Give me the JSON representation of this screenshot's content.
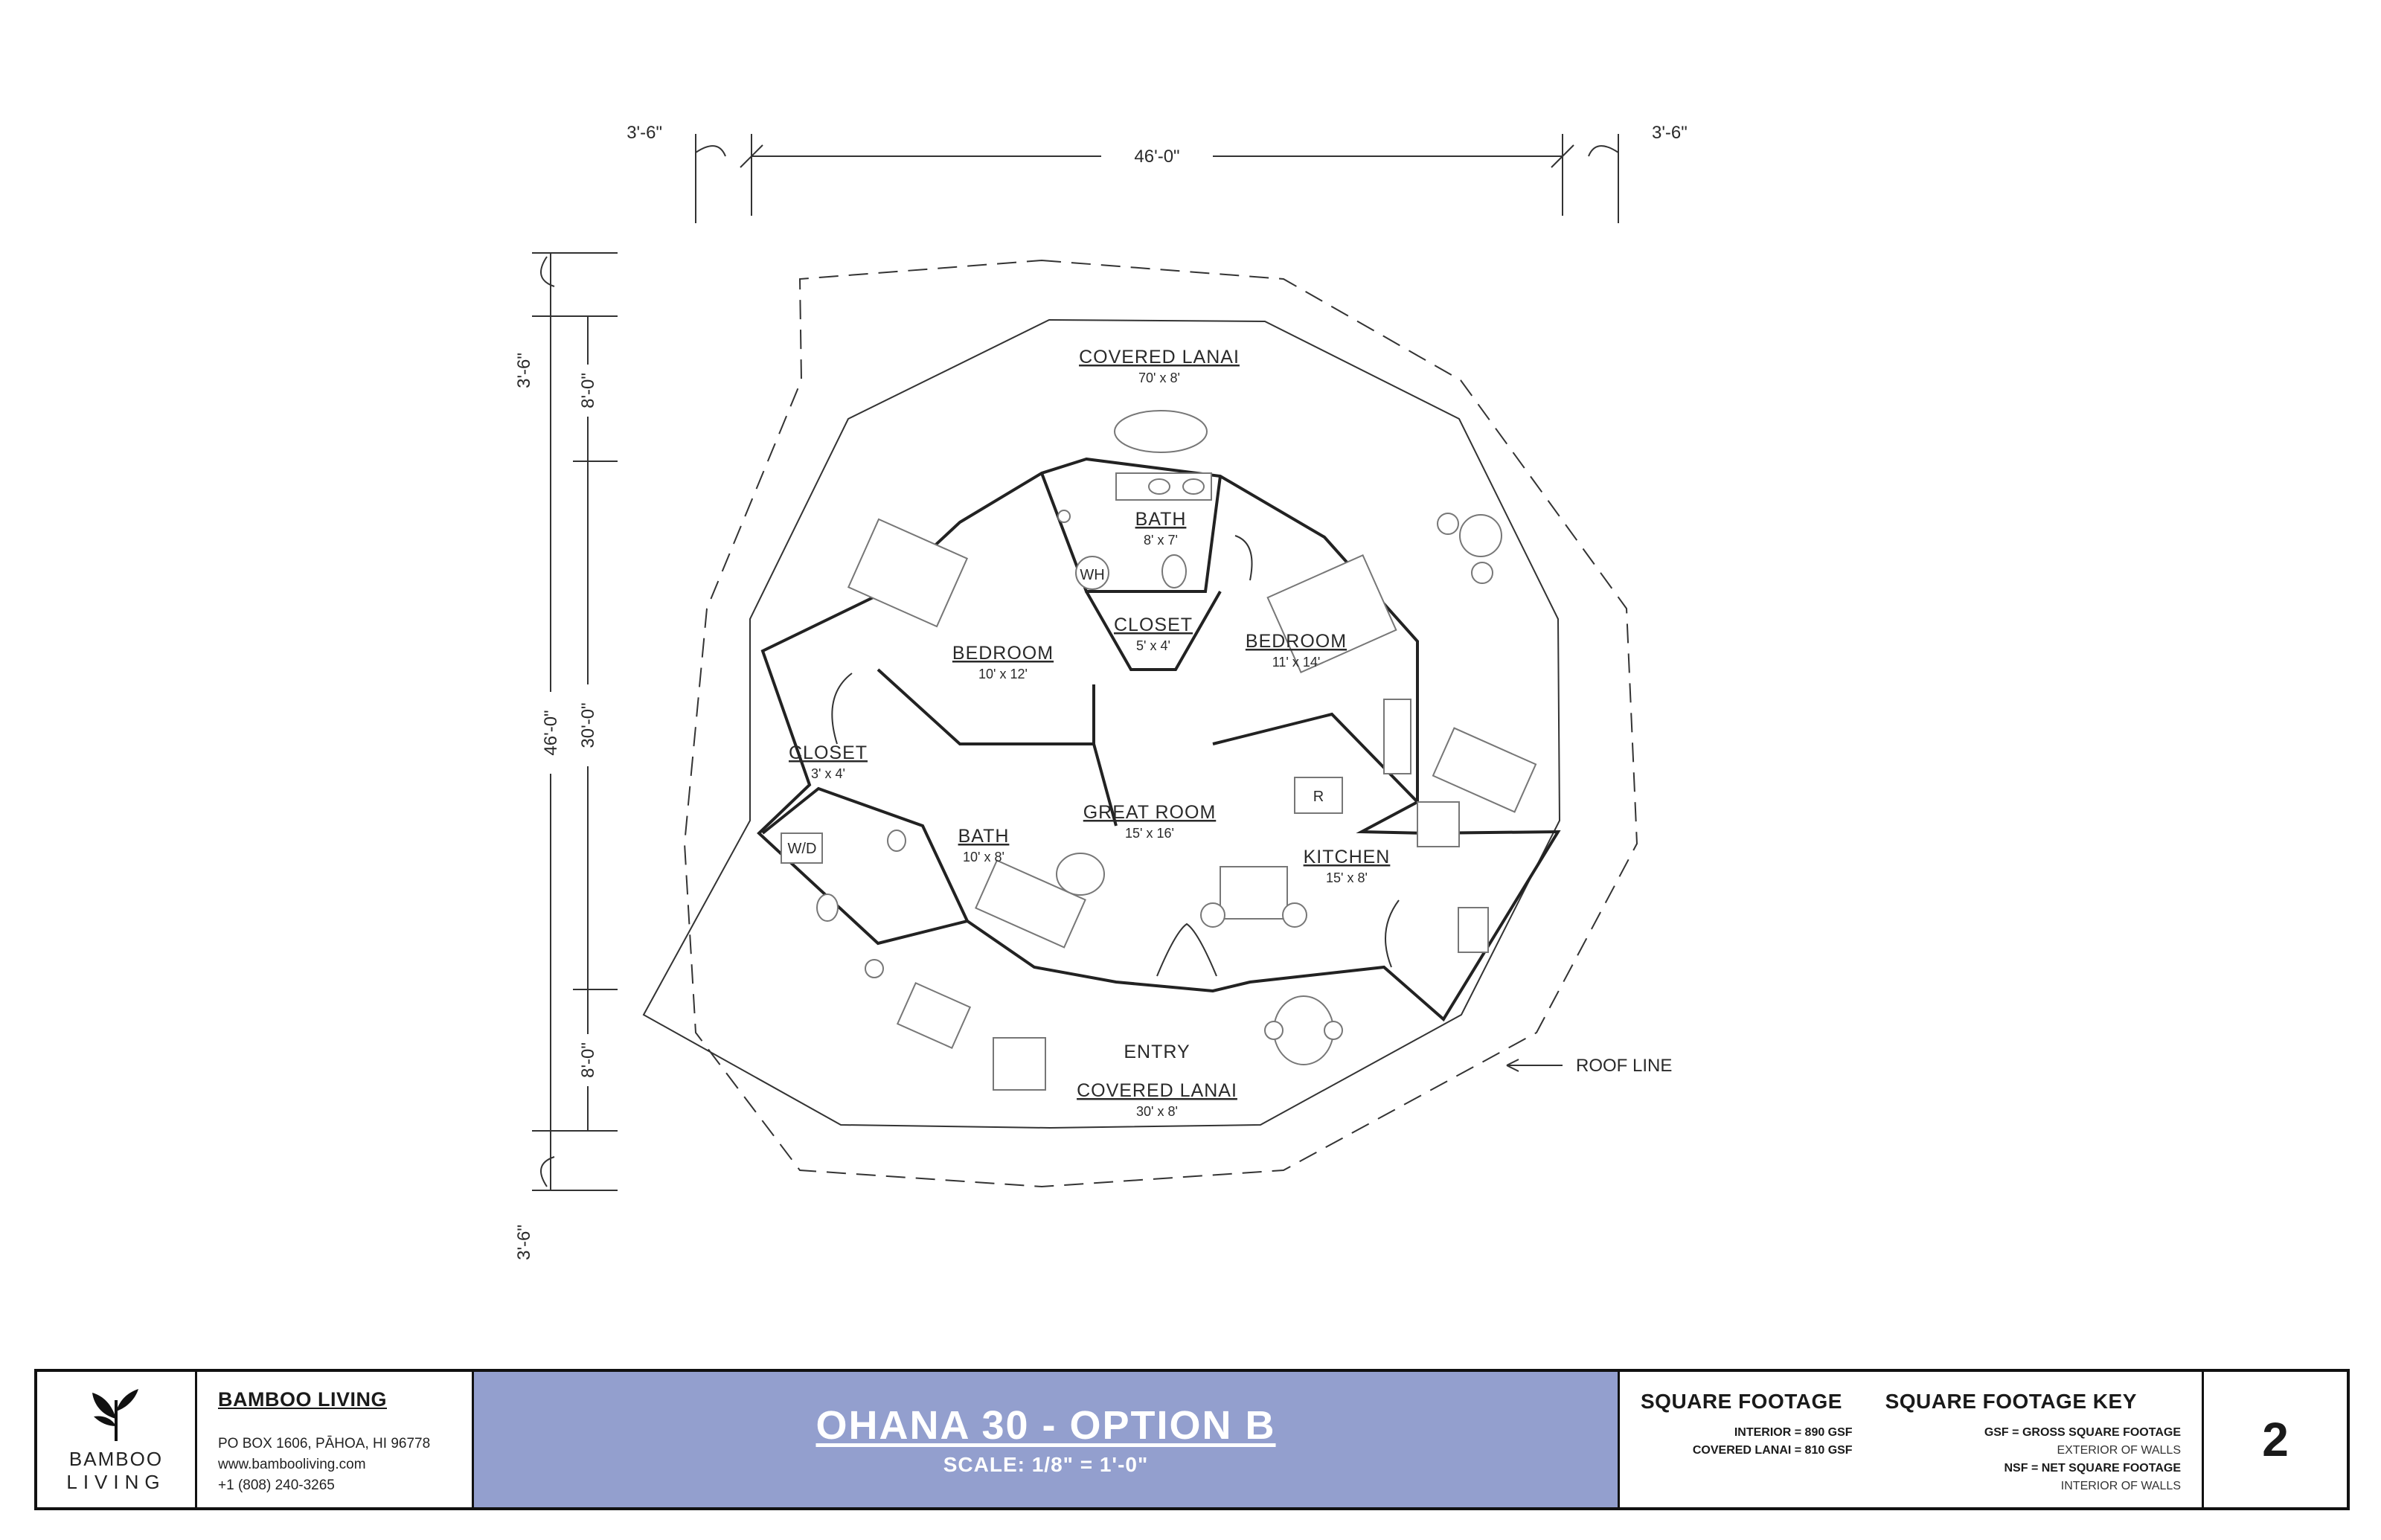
{
  "plan": {
    "rooms": {
      "lanai_top_name": "COVERED LANAI",
      "lanai_top_size": "70' x 8'",
      "bath_upper_name": "BATH",
      "bath_upper_size": "8' x 7'",
      "closet_upper_name": "CLOSET",
      "closet_upper_size": "5' x 4'",
      "bedroom_left_name": "BEDROOM",
      "bedroom_left_size": "10' x 12'",
      "bedroom_right_name": "BEDROOM",
      "bedroom_right_size": "11' x 14'",
      "closet_left_name": "CLOSET",
      "closet_left_size": "3' x 4'",
      "great_room_name": "GREAT ROOM",
      "great_room_size": "15' x 16'",
      "bath_lower_name": "BATH",
      "bath_lower_size": "10' x 8'",
      "kitchen_name": "KITCHEN",
      "kitchen_size": "15' x 8'",
      "entry_name": "ENTRY",
      "lanai_bottom_name": "COVERED LANAI",
      "lanai_bottom_size": "30' x 8'"
    },
    "fixtures": {
      "water_heater": "WH",
      "washer_dryer": "W/D",
      "refrigerator": "R"
    },
    "roof_line_label": "ROOF LINE",
    "dimensions": {
      "top_overhang_left": "3'-6\"",
      "top_overall": "46'-0\"",
      "top_overhang_right": "3'-6\"",
      "left_overhang_top": "3'-6\"",
      "left_overall": "46'-0\"",
      "left_lanai_top": "8'-0\"",
      "left_interior": "30'-0\"",
      "left_lanai_bottom": "8'-0\"",
      "left_overhang_bottom": "3'-6\""
    }
  },
  "title_block": {
    "logo_word1": "BAMBOO",
    "logo_word2": "LIVING",
    "company_name": "BAMBOO LIVING",
    "address": "PO BOX 1606, PĀHOA, HI 96778",
    "website": "www.bambooliving.com",
    "phone": "+1 (808) 240-3265",
    "drawing_title": "OHANA 30 - OPTION B",
    "scale": "SCALE: 1/8\" = 1'-0\"",
    "square_footage_heading": "SQUARE FOOTAGE",
    "interior_line": "INTERIOR = 890 GSF",
    "lanai_line": "COVERED LANAI = 810 GSF",
    "key_heading": "SQUARE FOOTAGE KEY",
    "gsf_line": "GSF = GROSS SQUARE FOOTAGE",
    "gsf_desc": "EXTERIOR OF WALLS",
    "nsf_line": "NSF = NET SQUARE FOOTAGE",
    "nsf_desc": "INTERIOR OF WALLS",
    "sheet_number": "2"
  },
  "colors": {
    "title_band": "#939fce",
    "line": "#222222"
  }
}
